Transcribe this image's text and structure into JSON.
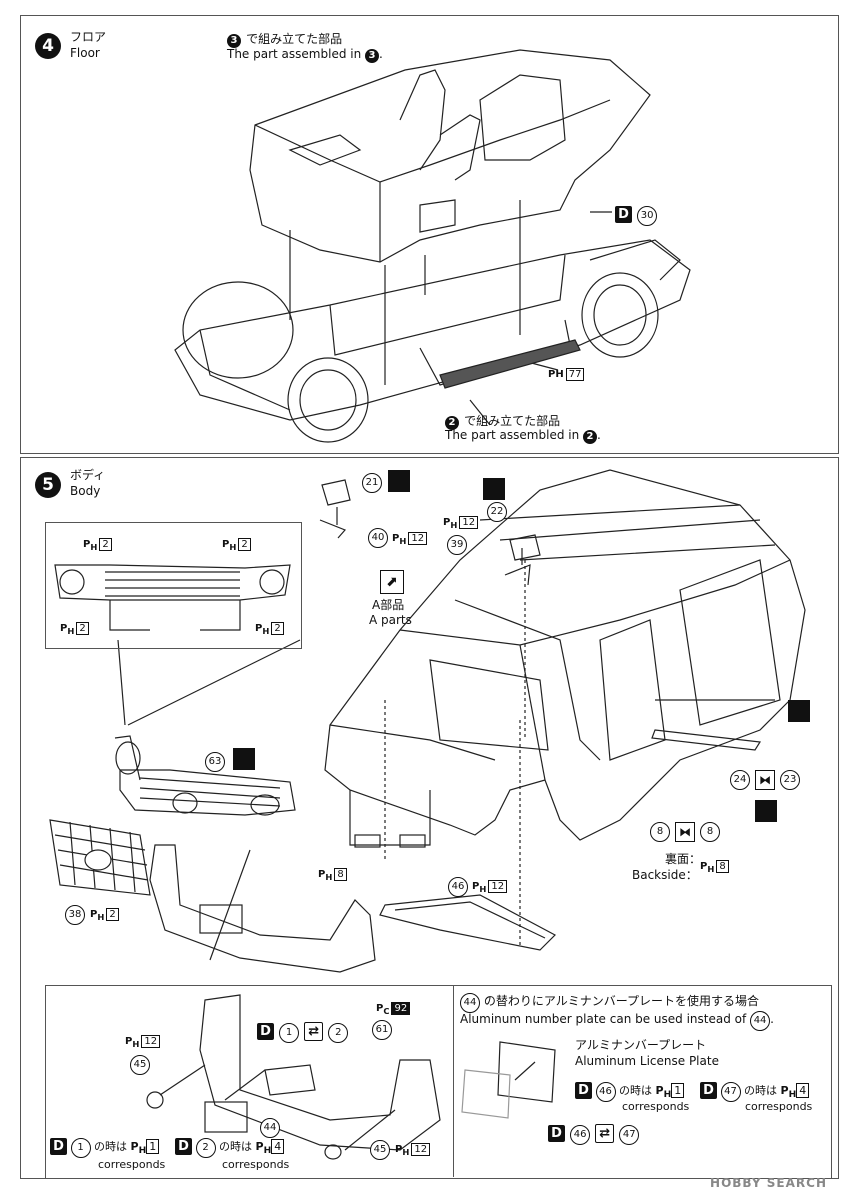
{
  "step4": {
    "num": "4",
    "title_jp": "フロア",
    "title_en": "Floor",
    "ref3_jp": "で組み立てた部品",
    "ref3_en": "The part assembled in",
    "ref3_num": "3",
    "part_d": "D",
    "part_d_num": "30",
    "ph77_prefix": "PH",
    "ph77": "77",
    "ref2_jp": "で組み立てた部品",
    "ref2_en": "The part assembled in",
    "ref2_num": "2"
  },
  "step5": {
    "num": "5",
    "title_jp": "ボディ",
    "title_en": "Body",
    "inset_ph": "2",
    "parts": {
      "p21": "21",
      "p22": "22",
      "p40": "40",
      "p39": "39",
      "p63": "63",
      "p38": "38",
      "p46": "46",
      "p24": "24",
      "p23": "23",
      "p8a": "8",
      "p8b": "8",
      "p12a": "12",
      "p12b": "12",
      "p12c": "12",
      "ph8": "8",
      "ph2": "2"
    },
    "a_parts_jp": "A部品",
    "a_parts_en": "A parts",
    "backside_jp": "裏面：",
    "backside_en": "Backside：",
    "backside_ph": "8"
  },
  "bottom_left": {
    "p45a": "45",
    "p45b": "45",
    "p61": "61",
    "p44": "44",
    "pc": "92",
    "ph12a": "12",
    "ph12b": "12",
    "d1": "1",
    "d2": "2",
    "cond1_jp": "の時は",
    "cond1_ph": "1",
    "cond1_en": "corresponds",
    "cond2_jp": "の時は",
    "cond2_ph": "4",
    "cond2_en": "corresponds"
  },
  "bottom_right": {
    "line1_num": "44",
    "line1_jp": "の替わりにアルミナンバープレートを使用する場合",
    "line2_en": "Aluminum number plate can be used instead of",
    "line2_num": "44",
    "plate_jp": "アルミナンバープレート",
    "plate_en": "Aluminum License Plate",
    "d46": "46",
    "d47": "47",
    "c46_jp": "の時は",
    "c46_ph": "1",
    "c47_jp": "の時は",
    "c47_ph": "4",
    "corresponds": "corresponds"
  },
  "watermark": "HOBBY SEARCH"
}
